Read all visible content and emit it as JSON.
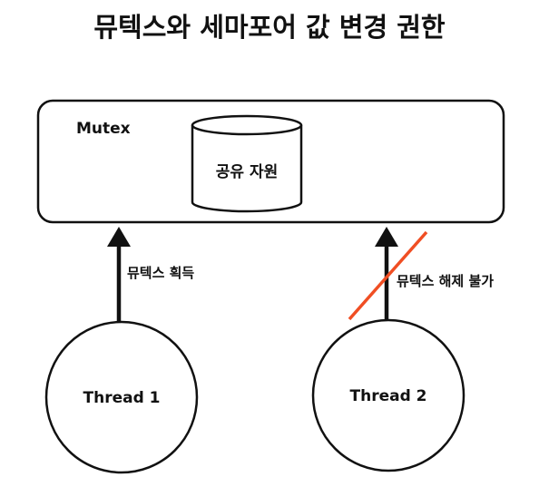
{
  "title": "뮤텍스와 세마포어 값 변경 권한",
  "mutex_box": {
    "label": "Mutex",
    "resource_label": "공유 자원"
  },
  "threads": [
    {
      "label": "Thread 1"
    },
    {
      "label": "Thread 2"
    }
  ],
  "edges": [
    {
      "label": "뮤텍스 획득",
      "blocked": false
    },
    {
      "label": "뮤텍스 해제 불가",
      "blocked": true
    }
  ],
  "colors": {
    "stroke": "#111111",
    "blocked_mark": "#f04e23",
    "background": "#ffffff"
  }
}
